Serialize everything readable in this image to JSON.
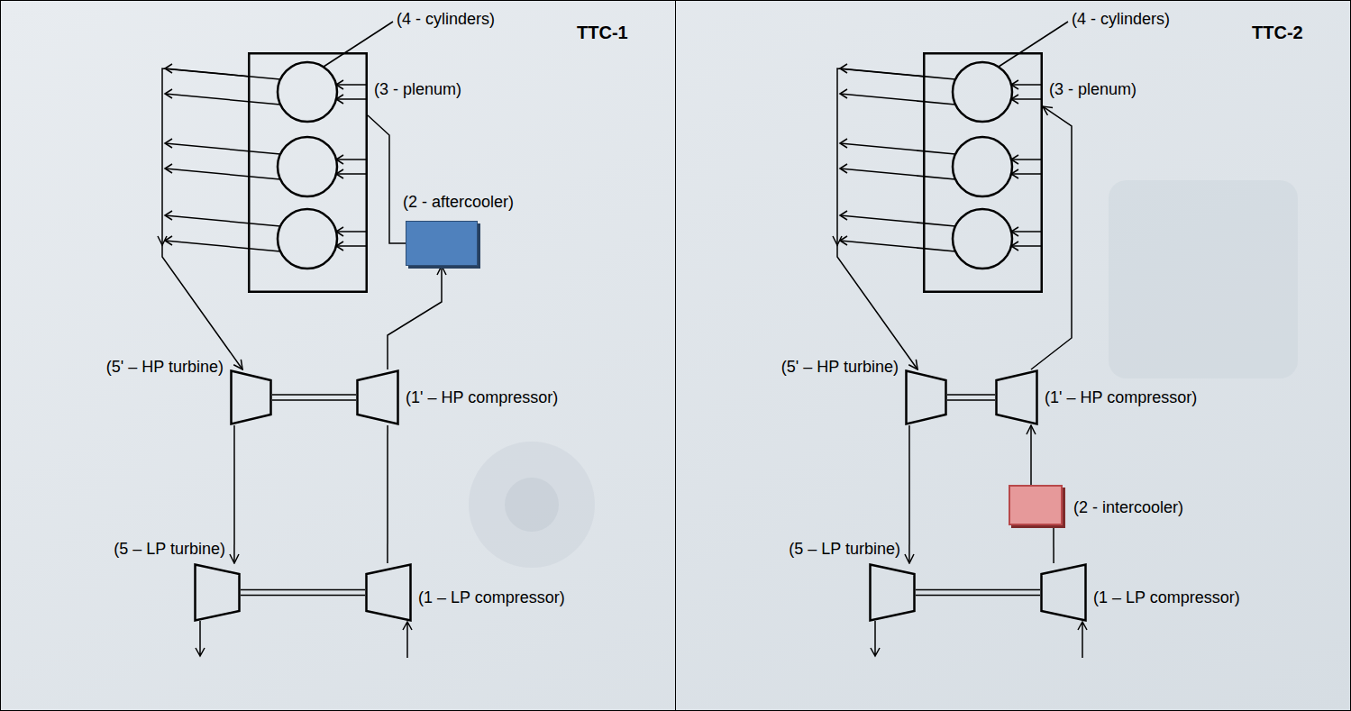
{
  "diagram": {
    "nodes": [
      {
        "text": [
          "TTC-1"
        ]
      },
      {
        "text": [
          "(4 - cylinders)",
          "(3 - plenum)"
        ],
        "in": 0
      },
      {
        "text": [
          "(2 - aftercooler)"
        ],
        "in": 0
      },
      {
        "text": [
          "(5' – HP turbine)"
        ],
        "in": 0
      },
      {
        "text": [
          "(1' – HP compressor)"
        ],
        "in": 0
      },
      {
        "text": [
          "(5 – LP turbine)"
        ],
        "in": 0
      },
      {
        "text": [
          "(1 – LP compressor)"
        ],
        "in": 0
      },
      {
        "text": [
          "TTC-2"
        ]
      },
      {
        "text": [
          "(4 - cylinders)",
          "(3 - plenum)"
        ],
        "in": 7
      },
      {
        "text": [
          "(5' – HP turbine)"
        ],
        "in": 7
      },
      {
        "text": [
          "(1' – HP compressor)"
        ],
        "in": 7
      },
      {
        "text": [
          "(2 - intercooler)"
        ],
        "in": 7
      },
      {
        "text": [
          "(5 – LP turbine)"
        ],
        "in": 7
      },
      {
        "text": [
          "(1 – LP compressor)"
        ],
        "in": 7
      }
    ],
    "edges": [
      {
        "from": 1,
        "to": 3,
        "arrow": "to"
      },
      {
        "from": 3,
        "to": 5,
        "arrow": "to"
      },
      {
        "from": 6,
        "to": 4,
        "arrow": "none"
      },
      {
        "from": 4,
        "to": 2,
        "arrow": "to"
      },
      {
        "from": 2,
        "to": 1,
        "arrow": "none"
      },
      {
        "from": 8,
        "to": 9,
        "arrow": "to"
      },
      {
        "from": 9,
        "to": 12,
        "arrow": "to"
      },
      {
        "from": 13,
        "to": 11,
        "arrow": "none"
      },
      {
        "from": 11,
        "to": 10,
        "arrow": "to"
      },
      {
        "from": 10,
        "to": 8,
        "arrow": "to"
      }
    ]
  }
}
